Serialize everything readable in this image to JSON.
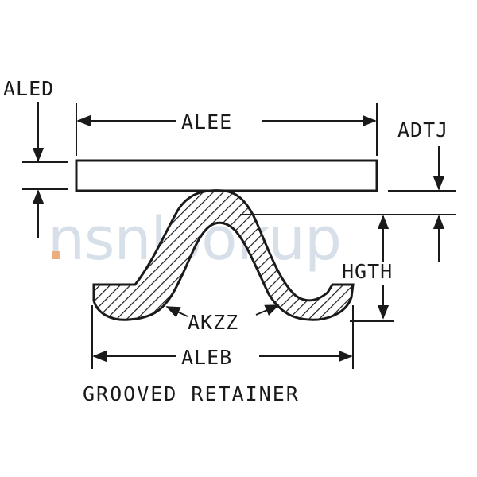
{
  "labels": {
    "aled": "ALED",
    "alee": "ALEE",
    "adtj": "ADTJ",
    "hgth": "HGTH",
    "akzz": "AKZZ",
    "aleb": "ALEB"
  },
  "title": "GROOVED RETAINER",
  "watermark": "nsnlookup",
  "colors": {
    "ink": "#1a1a1a",
    "watermark": "#b8c6d6",
    "watermark_accent": "#f0a060"
  }
}
